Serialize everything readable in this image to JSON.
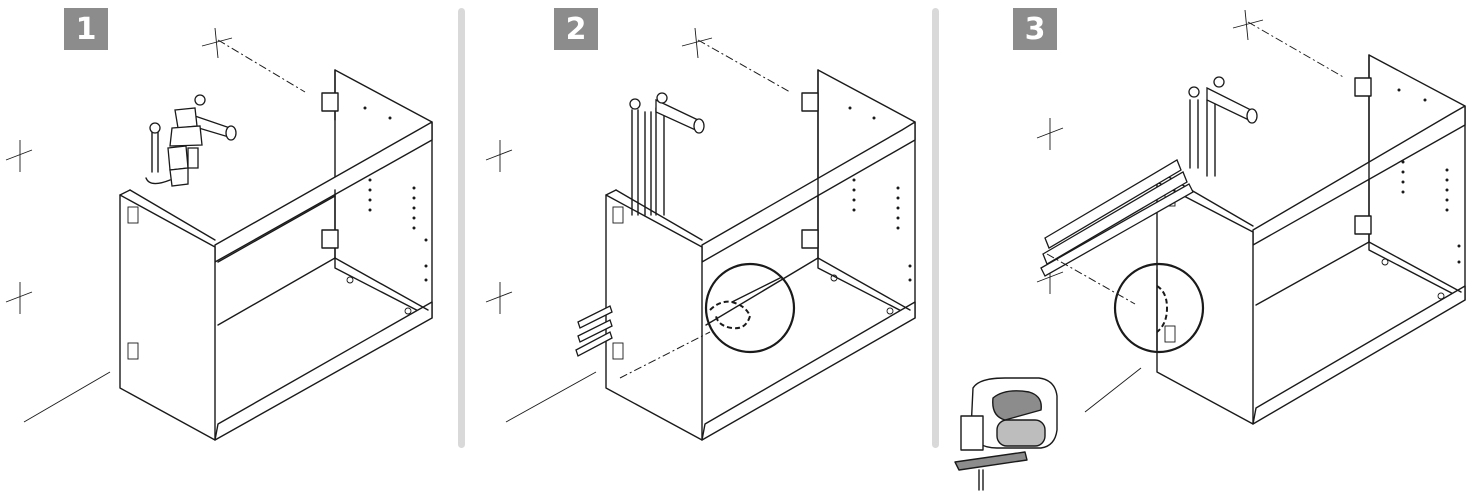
{
  "steps": [
    {
      "number": "1"
    },
    {
      "number": "2"
    },
    {
      "number": "3"
    }
  ],
  "colors": {
    "badge_bg": "#8c8c8c",
    "badge_text": "#ffffff",
    "divider": "#d9d9d9",
    "line": "#1a1a1a"
  },
  "icons": [
    "cabinet-frame",
    "drain-pipe",
    "water-pipes",
    "cutout-circle",
    "jigsaw"
  ]
}
